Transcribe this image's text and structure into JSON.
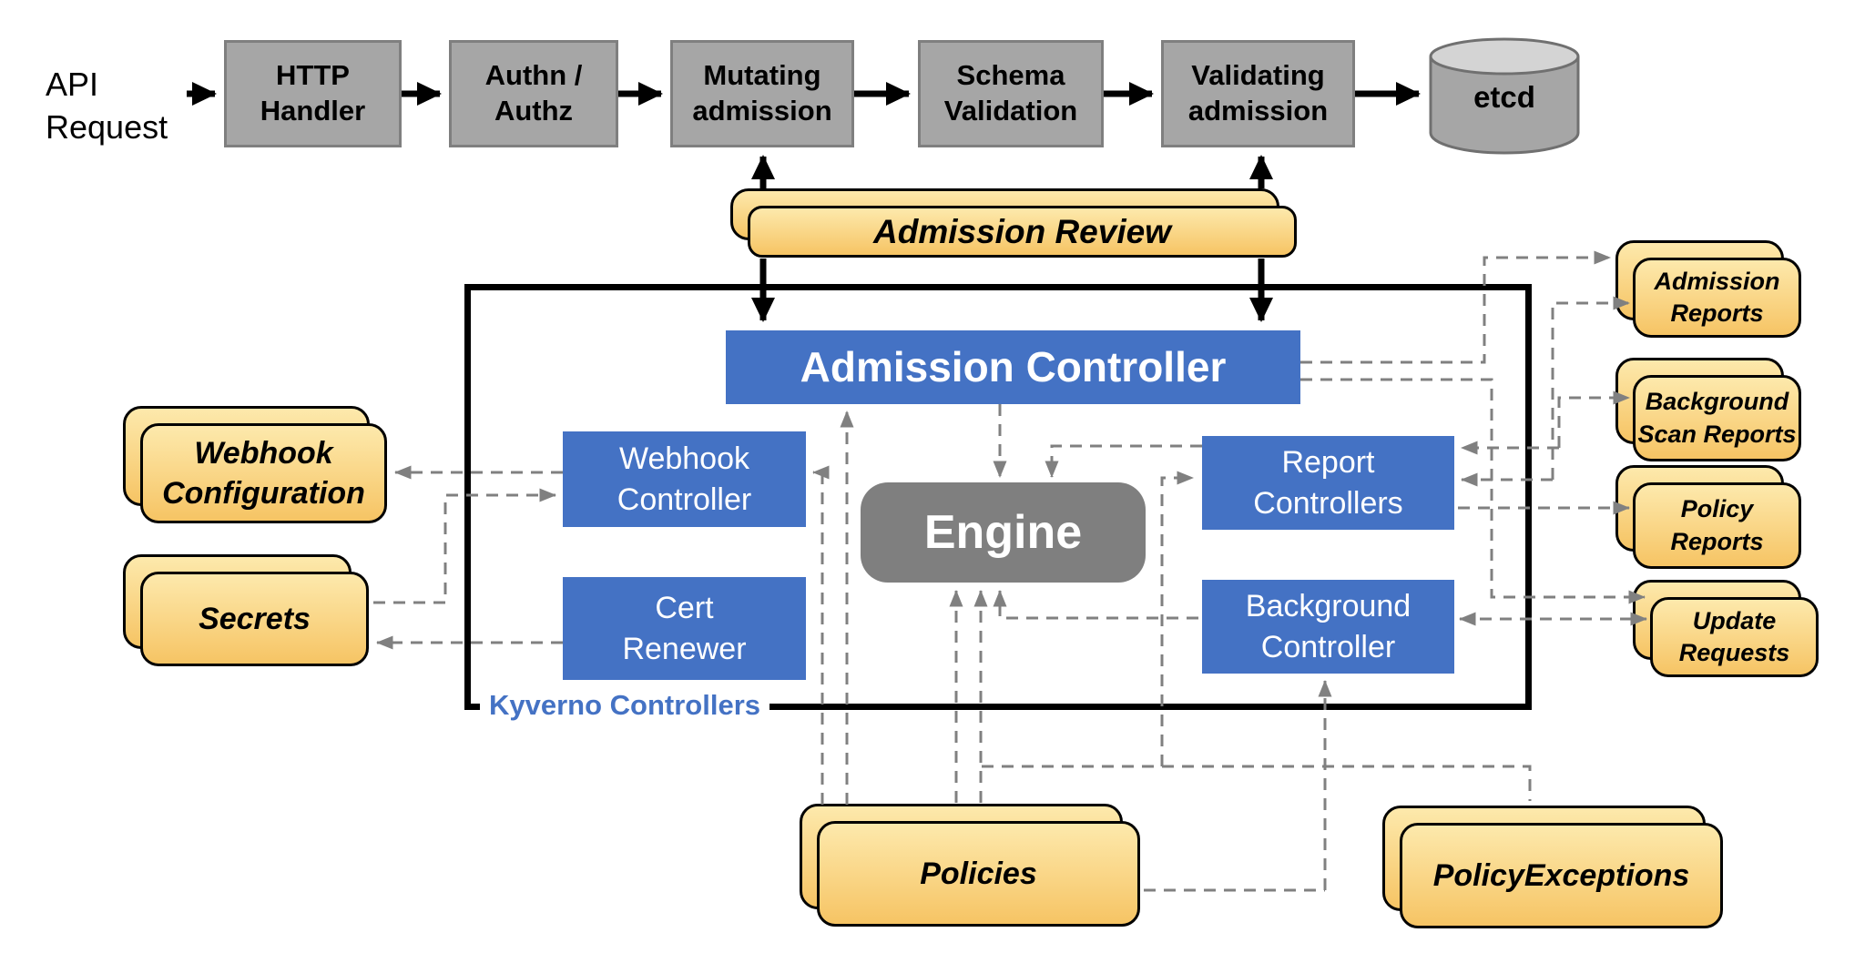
{
  "colors": {
    "accent_blue": "#4472C4",
    "stage_gray": "#A6A6A6",
    "stage_gray_border": "#7F7F7F",
    "engine_gray": "#7F7F7F",
    "resource_yellow_top": "#FDE9AC",
    "resource_yellow_bottom": "#F6C464",
    "connector_gray": "#808080"
  },
  "pipeline": {
    "request": "API\nRequest",
    "stages": [
      "HTTP\nHandler",
      "Authn /\nAuthz",
      "Mutating\nadmission",
      "Schema\nValidation",
      "Validating\nadmission"
    ],
    "store": "etcd"
  },
  "admission_review": "Admission Review",
  "kyverno": {
    "label": "Kyverno Controllers",
    "admission_controller": "Admission Controller",
    "webhook_controller": "Webhook\nController",
    "cert_renewer": "Cert\nRenewer",
    "engine": "Engine",
    "report_controllers": "Report\nControllers",
    "background_controller": "Background\nController"
  },
  "resources": {
    "webhook_configuration": "Webhook\nConfiguration",
    "secrets": "Secrets",
    "admission_reports": "Admission\nReports",
    "background_scan_reports": "Background\nScan Reports",
    "policy_reports": "Policy\nReports",
    "update_requests": "Update\nRequests",
    "policies": "Policies",
    "policy_exceptions": "PolicyExceptions"
  }
}
